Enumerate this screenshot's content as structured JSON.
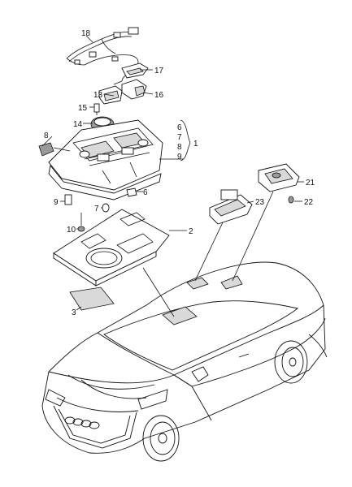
{
  "callouts": [
    {
      "id": "18",
      "label": "18"
    },
    {
      "id": "17",
      "label": "17"
    },
    {
      "id": "16",
      "label": "16"
    },
    {
      "id": "13",
      "label": "13"
    },
    {
      "id": "15",
      "label": "15"
    },
    {
      "id": "14",
      "label": "14"
    },
    {
      "id": "6",
      "label": "6"
    },
    {
      "id": "7a",
      "label": "7"
    },
    {
      "id": "8a",
      "label": "8"
    },
    {
      "id": "9a",
      "label": "9"
    },
    {
      "id": "1",
      "label": "1"
    },
    {
      "id": "8b",
      "label": "8"
    },
    {
      "id": "6b",
      "label": "6"
    },
    {
      "id": "9b",
      "label": "9"
    },
    {
      "id": "7b",
      "label": "7"
    },
    {
      "id": "10",
      "label": "10"
    },
    {
      "id": "2",
      "label": "2"
    },
    {
      "id": "3",
      "label": "3"
    },
    {
      "id": "21",
      "label": "21"
    },
    {
      "id": "22",
      "label": "22"
    },
    {
      "id": "23",
      "label": "23"
    }
  ],
  "colors": {
    "line": "#111111",
    "background": "#ffffff",
    "shade": "#d9d9d9"
  }
}
